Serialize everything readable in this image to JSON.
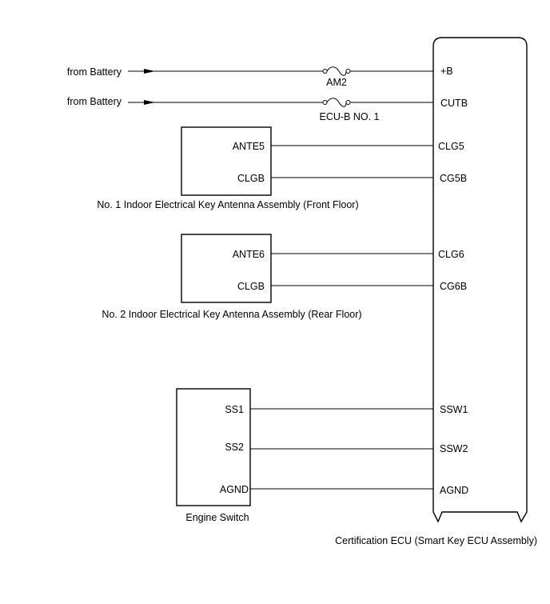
{
  "battery_feeds": [
    {
      "source": "from Battery",
      "fuse": "AM2",
      "ecu_pin": "+B"
    },
    {
      "source": "from Battery",
      "fuse": "ECU-B NO. 1",
      "ecu_pin": "CUTB"
    }
  ],
  "antenna_front": {
    "caption": "No. 1 Indoor Electrical Key Antenna Assembly (Front Floor)",
    "pins": [
      {
        "component_pin": "ANTE5",
        "ecu_pin": "CLG5"
      },
      {
        "component_pin": "CLGB",
        "ecu_pin": "CG5B"
      }
    ]
  },
  "antenna_rear": {
    "caption": "No. 2 Indoor Electrical Key Antenna Assembly (Rear Floor)",
    "pins": [
      {
        "component_pin": "ANTE6",
        "ecu_pin": "CLG6"
      },
      {
        "component_pin": "CLGB",
        "ecu_pin": "CG6B"
      }
    ]
  },
  "engine_switch": {
    "caption": "Engine Switch",
    "pins": [
      {
        "component_pin": "SS1",
        "ecu_pin": "SSW1"
      },
      {
        "component_pin": "SS2",
        "ecu_pin": "SSW2"
      },
      {
        "component_pin": "AGND",
        "ecu_pin": "AGND"
      }
    ]
  },
  "ecu": {
    "caption": "Certification ECU (Smart Key ECU Assembly)"
  }
}
